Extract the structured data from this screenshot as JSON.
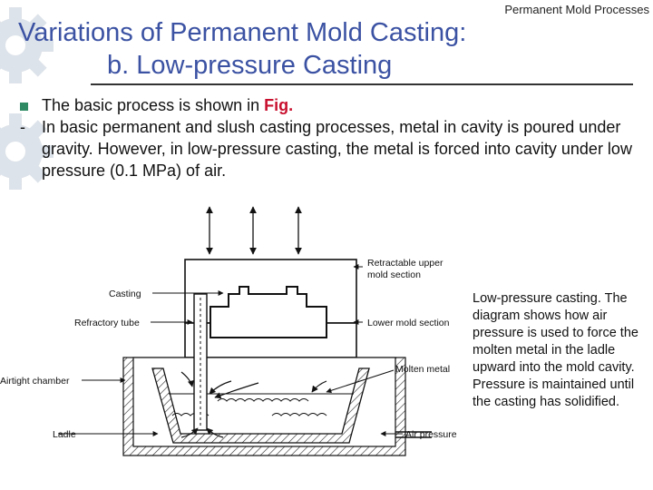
{
  "header": {
    "section": "Permanent Mold Processes"
  },
  "title": {
    "line1": "Variations of Permanent Mold Casting:",
    "line2": "b. Low-pressure Casting"
  },
  "bullets": [
    {
      "marker": "square",
      "text_before": "The basic process is shown in ",
      "highlight": "Fig.",
      "text_after": ""
    },
    {
      "marker": "-",
      "text": "In basic permanent and slush casting processes, metal in cavity is poured under gravity. However, in low-pressure casting, the metal is forced into cavity under low pressure (0.1 MPa) of air."
    }
  ],
  "figure": {
    "labels": {
      "casting": "Casting",
      "refractory_tube": "Refractory tube",
      "airtight_chamber": "Airtight chamber",
      "ladle": "Ladle",
      "upper_mold_1": "Retractable upper",
      "upper_mold_2": "mold section",
      "lower_mold": "Lower mold section",
      "molten_metal": "Molten metal",
      "air_pressure": "Air pressure"
    },
    "caption_lines": [
      "Low-pressure casting. The",
      "diagram shows how air",
      "pressure is used to force the",
      "molten metal in the ladle",
      "upward into the mold cavity.",
      "Pressure is maintained until",
      "the casting has solidified."
    ]
  },
  "colors": {
    "title": "#3b52a3",
    "highlight": "#c8102e",
    "bullet": "#2d8a62",
    "gear": "#dde3ea"
  }
}
